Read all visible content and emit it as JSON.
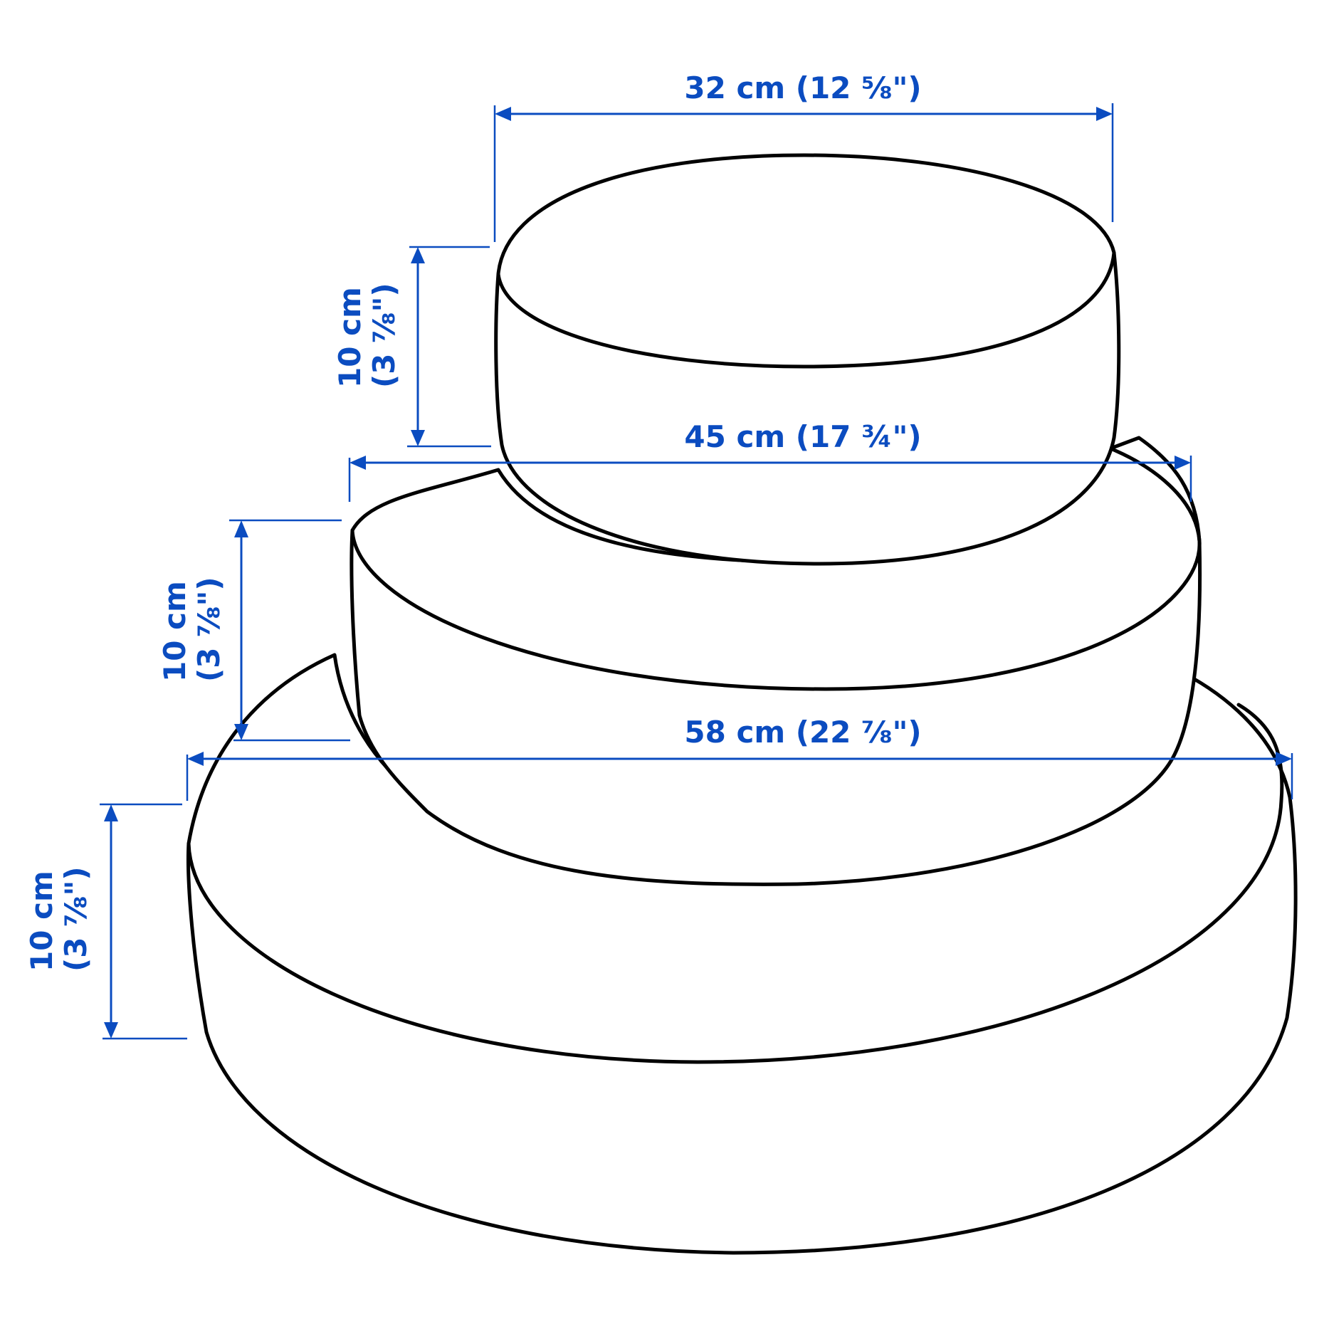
{
  "diagram": {
    "title": "Stacked round cushions dimension drawing",
    "colors": {
      "dimension": "#0b4cc0",
      "outline": "#000000",
      "background": "#ffffff"
    },
    "cushions": [
      {
        "name": "small",
        "width_label": "32 cm (12 ⅝\")",
        "height_label_cm": "10 cm",
        "height_label_in": "(3 ⅞\")"
      },
      {
        "name": "medium",
        "width_label": "45 cm (17 ¾\")",
        "height_label_cm": "10 cm",
        "height_label_in": "(3 ⅞\")"
      },
      {
        "name": "large",
        "width_label": "58 cm (22 ⅞\")",
        "height_label_cm": "10 cm",
        "height_label_in": "(3 ⅞\")"
      }
    ]
  }
}
